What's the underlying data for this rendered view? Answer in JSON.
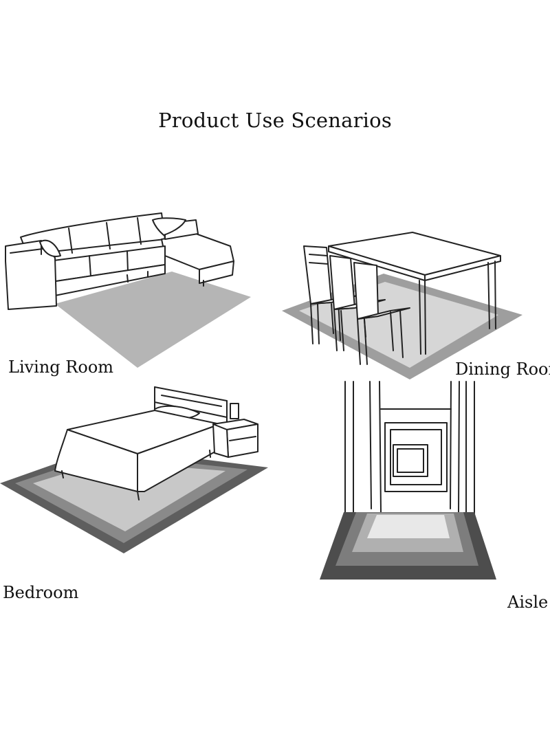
{
  "title": "Product Use Scenarios",
  "scenes": [
    {
      "label": "Living Room",
      "icon": "living-room-illustration"
    },
    {
      "label": "Dining Room",
      "icon": "dining-room-illustration"
    },
    {
      "label": "Bedroom",
      "icon": "bedroom-illustration"
    },
    {
      "label": "Aisle",
      "icon": "aisle-illustration"
    }
  ],
  "colors": {
    "line": "#222222",
    "rug_light": "#d9d9d9",
    "rug_mid": "#a8a8a8",
    "rug_dark": "#6f6f6f",
    "rug_darkest": "#4a4a4a"
  }
}
